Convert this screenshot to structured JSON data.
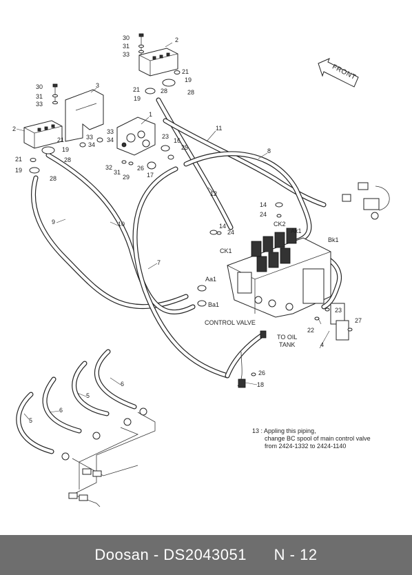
{
  "callouts": {
    "c1": "1",
    "c2a": "2",
    "c2b": "2",
    "c3": "3",
    "c4": "4",
    "c5a": "5",
    "c5b": "5",
    "c6a": "6",
    "c6b": "6",
    "c7": "7",
    "c8": "8",
    "c9": "9",
    "c10": "10",
    "c11": "11",
    "c12": "12",
    "c14a": "14",
    "c14b": "14",
    "c16": "16",
    "c17": "17",
    "c18": "18",
    "c19a": "19",
    "c19b": "19",
    "c19c": "19",
    "c19d": "19",
    "c21a": "21",
    "c21b": "21",
    "c21c": "21",
    "c21d": "21",
    "c22": "22",
    "c23a": "23",
    "c23b": "23",
    "c24a": "24",
    "c24b": "24",
    "c25": "25",
    "c26a": "26",
    "c26b": "26",
    "c27": "27",
    "c28a": "28",
    "c28b": "28",
    "c28c": "28",
    "c28d": "28",
    "c29": "29",
    "c30a": "30",
    "c30b": "30",
    "c31a": "31",
    "c31b": "31",
    "c31c": "31",
    "c32": "32",
    "c33a": "33",
    "c33b": "33",
    "c33c": "33",
    "c33d": "33",
    "c34a": "34",
    "c34b": "34"
  },
  "ports": {
    "ck1": "CK1",
    "ck2": "CK2",
    "ak1": "Ak1",
    "bk1": "Bk1",
    "aa1": "Aa1",
    "ba1": "Ba1"
  },
  "labels": {
    "front": "FRONT",
    "control_valve": "CONTROL VALVE",
    "to_oil": "TO OIL",
    "tank": "TANK"
  },
  "note": {
    "line1": "13 : Appling this piping,",
    "line2": "change BC spool of main control valve",
    "line3": "from 2424-1332 to 2424-1140"
  },
  "footer": {
    "left": "Doosan - DS2043051",
    "right": "N - 12"
  }
}
